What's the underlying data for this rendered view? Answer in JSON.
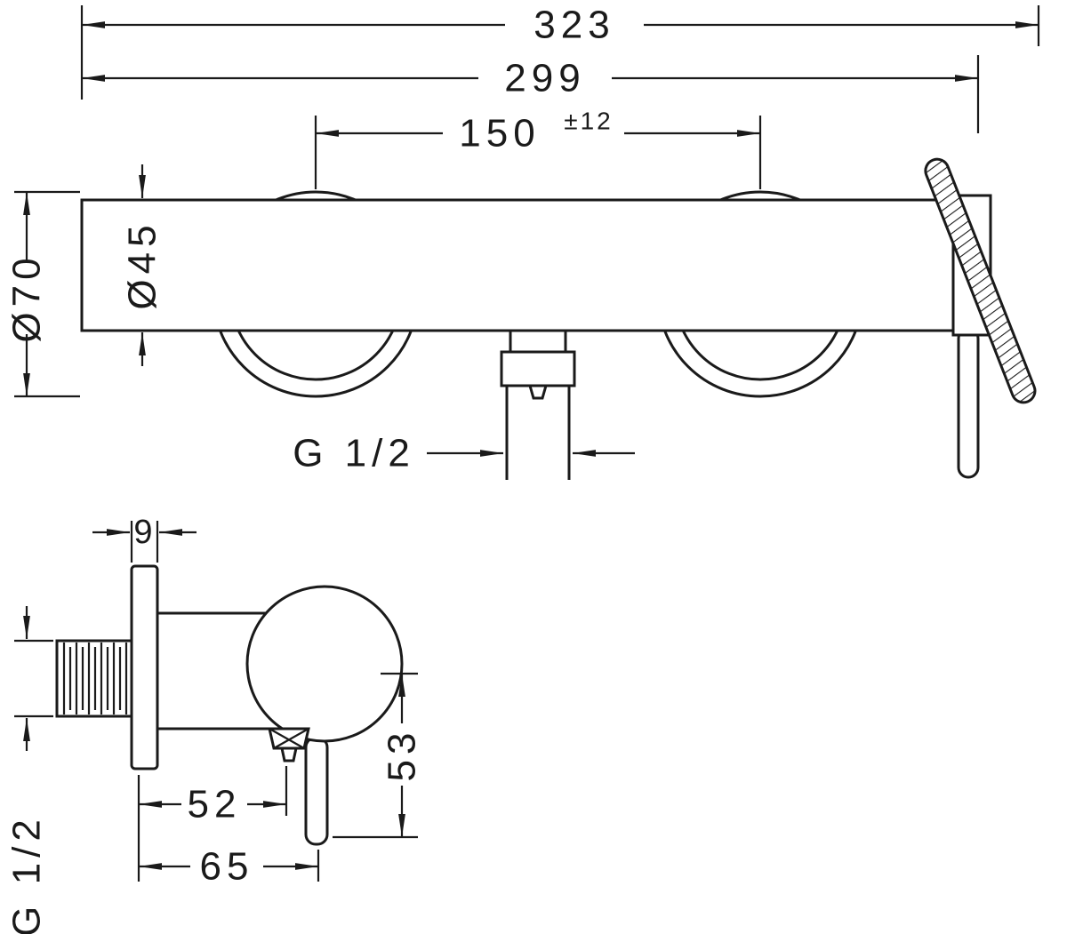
{
  "colors": {
    "line": "#1a1a1a",
    "background": "#ffffff"
  },
  "front_view": {
    "dim_overall_width": "323",
    "dim_mounting_width": "299",
    "dim_connection_centers": "150",
    "dim_connection_tolerance": "±12",
    "dim_escutcheon_diameter": "Ø70",
    "dim_body_diameter": "Ø45",
    "dim_thread": "G 1/2"
  },
  "side_view": {
    "dim_plate_thickness": "9",
    "dim_thread": "G 1/2",
    "dim_outlet_depth": "52",
    "dim_overall_depth": "65",
    "dim_lever_height": "53"
  }
}
